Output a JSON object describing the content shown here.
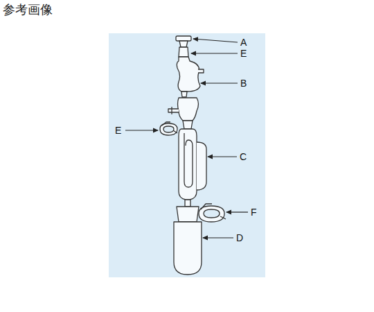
{
  "diagram": {
    "title": "参考画像",
    "labels": [
      "A",
      "E",
      "B",
      "E",
      "C",
      "F",
      "D"
    ]
  }
}
